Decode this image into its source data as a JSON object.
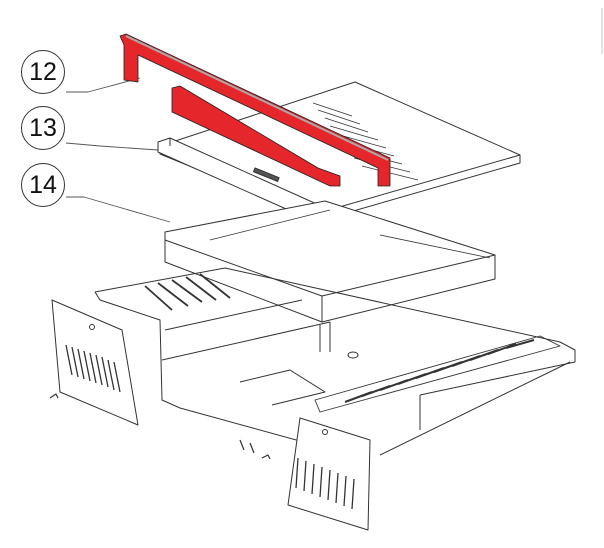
{
  "diagram": {
    "type": "exploded-parts-view",
    "highlight_color": "#e5262b",
    "line_color": "#333333",
    "callouts": [
      {
        "label": "12",
        "part": "red handle / front trim bar (highlighted)"
      },
      {
        "label": "13",
        "part": "drip tray front rail"
      },
      {
        "label": "14",
        "part": "drip tray / lower tray"
      }
    ],
    "parts_shown": [
      "slotted grate plate",
      "drip tray",
      "base frame with side grilles",
      "left vent panel",
      "right vent panel",
      "screws"
    ]
  }
}
